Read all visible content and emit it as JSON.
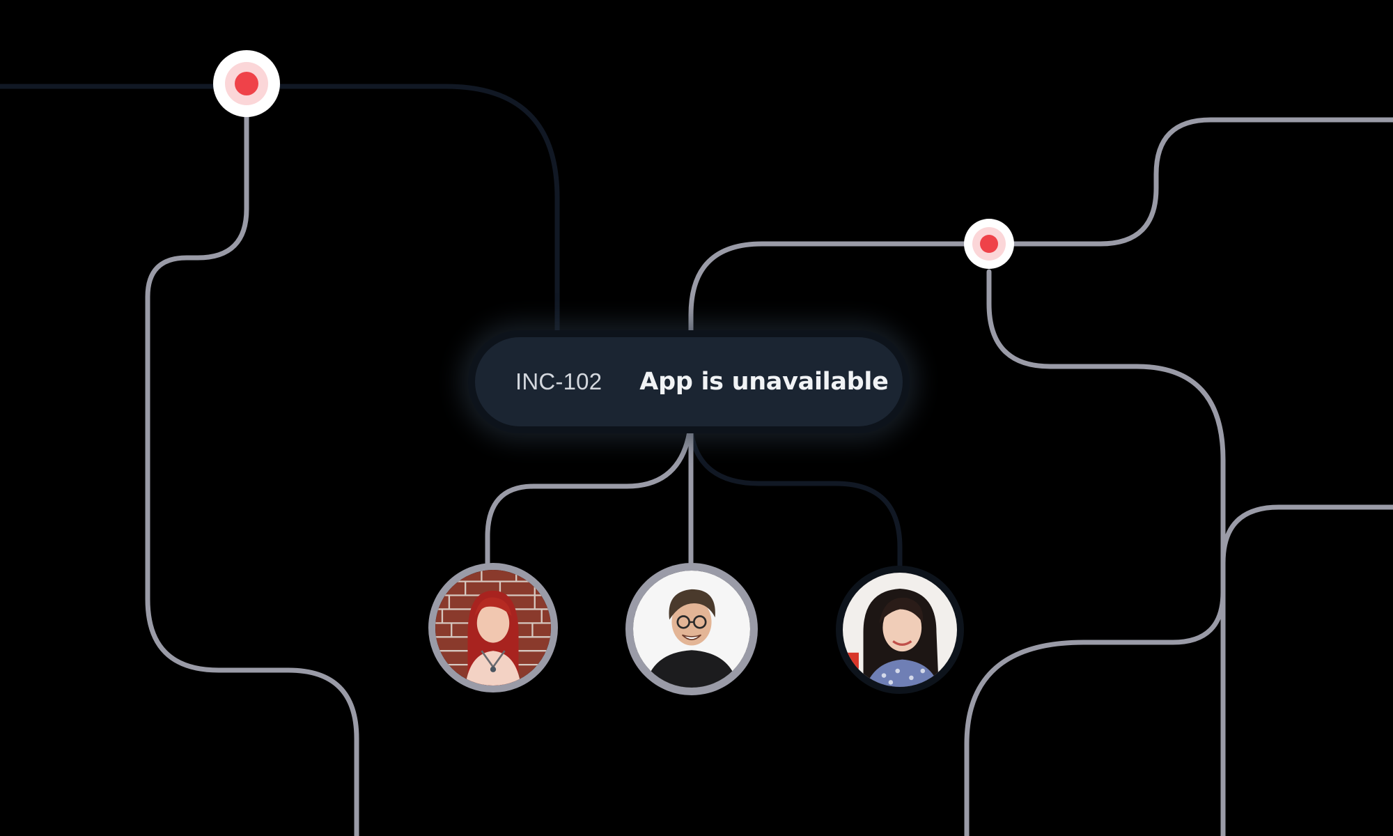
{
  "incident": {
    "id": "INC-102",
    "title": "App is unavailable"
  },
  "alert_nodes": [
    {
      "name": "alert-node-left"
    },
    {
      "name": "alert-node-right"
    }
  ],
  "responders": [
    {
      "name": "responder-avatar-1",
      "icon": "person-photo"
    },
    {
      "name": "responder-avatar-2",
      "icon": "person-photo"
    },
    {
      "name": "responder-avatar-3",
      "icon": "person-photo"
    }
  ],
  "colors": {
    "background": "#000000",
    "connector_active": "#9a9ba7",
    "connector_dim": "#111824",
    "alert_red": "#ef4249",
    "alert_glow": "#fbd6d8",
    "pill_fill": "#1b2532",
    "pill_text_id": "#d4d8de",
    "pill_text_title": "#f1f3f5"
  }
}
